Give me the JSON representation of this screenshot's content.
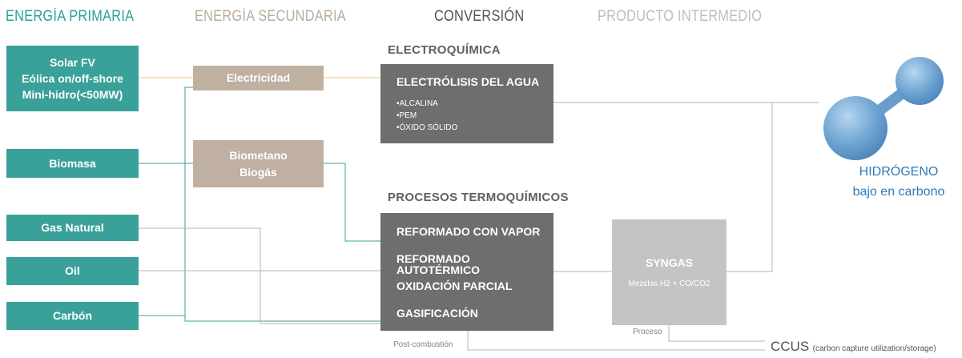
{
  "headers": {
    "primary": "ENERGÍA PRIMARIA",
    "secondary": "ENERGÍA SECUNDARIA",
    "conversion": "CONVERSIÓN",
    "intermediate": "PRODUCTO INTERMEDIO"
  },
  "primary_sources": {
    "renewables": [
      "Solar FV",
      "Eólica on/off-shore",
      "Mini-hidro(<50MW)"
    ],
    "biomass": "Biomasa",
    "natural_gas": "Gas Natural",
    "oil": "Oil",
    "coal": "Carbón"
  },
  "secondary_sources": {
    "electricity": "Electricidad",
    "biomethane": [
      "Biometano",
      "Biogás"
    ]
  },
  "electrochemical": {
    "section_title": "ELECTROQUÍMICA",
    "box_title": "ELECTRÓLISIS DEL AGUA",
    "types": [
      "•ALCALINA",
      "•PEM",
      "•ÓXIDO SÓLIDO"
    ]
  },
  "thermochemical": {
    "section_title": "PROCESOS TERMOQUÍMICOS",
    "processes": [
      "REFORMADO CON VAPOR",
      "REFORMADO AUTOTÉRMICO",
      "OXIDACIÓN PARCIAL",
      "GASIFICACIÓN"
    ]
  },
  "syngas": {
    "title": "SYNGAS",
    "subtitle": "Mezclas H2 + CO/CO2"
  },
  "hydrogen": {
    "title": "HIDRÓGENO",
    "subtitle": "bajo en carbono"
  },
  "ccus": {
    "label": "CCUS",
    "detail": "(carbon capture utilization/storage)",
    "post_combustion": "Post-combustión",
    "process": "Proceso"
  },
  "colors": {
    "teal": "#3aa09a",
    "tan": "#bfb0a1",
    "dark_gray": "#6e6e6e",
    "light_gray": "#c4c4c4",
    "hydrogen_blue": "#2f7ab8",
    "electricity_line": "#e8c77a"
  },
  "icons": {
    "hydrogen": "hydrogen-molecule-icon"
  }
}
